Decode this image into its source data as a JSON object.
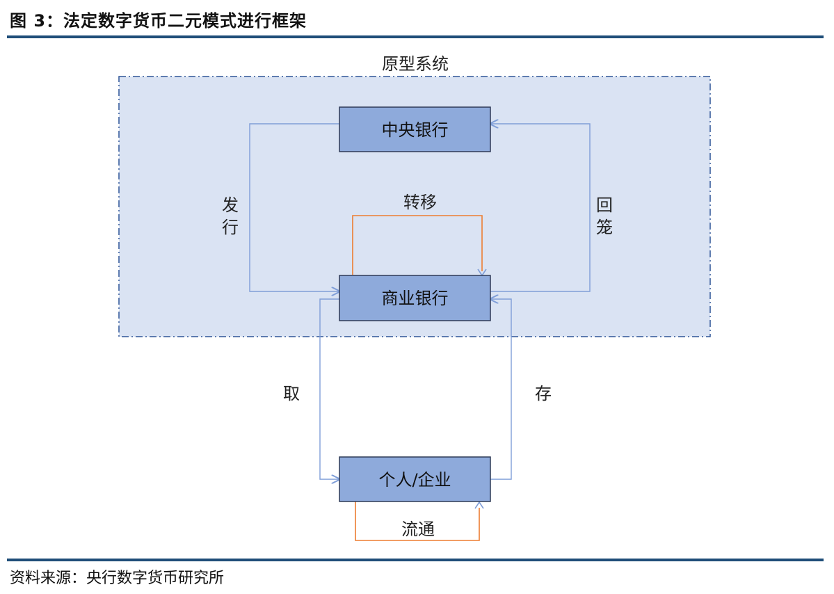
{
  "title": "图 3：法定数字货币二元模式进行框架",
  "source": "资料来源：央行数字货币研究所",
  "diagram": {
    "system_label": "原型系统",
    "nodes": {
      "central_bank": "中央银行",
      "commercial_bank": "商业银行",
      "individual": "个人/企业"
    },
    "edges": {
      "issue": [
        "发",
        "行"
      ],
      "recall": [
        "回",
        "笼"
      ],
      "transfer": "转移",
      "withdraw": "取",
      "deposit": "存",
      "circulate": "流通"
    },
    "colors": {
      "system_fill": "#dae3f3",
      "system_border": "#2f5597",
      "node_fill": "#8eaadb",
      "node_border": "#2f3b57",
      "blue_line": "#7f9ed8",
      "orange_line": "#ed7d31"
    }
  }
}
